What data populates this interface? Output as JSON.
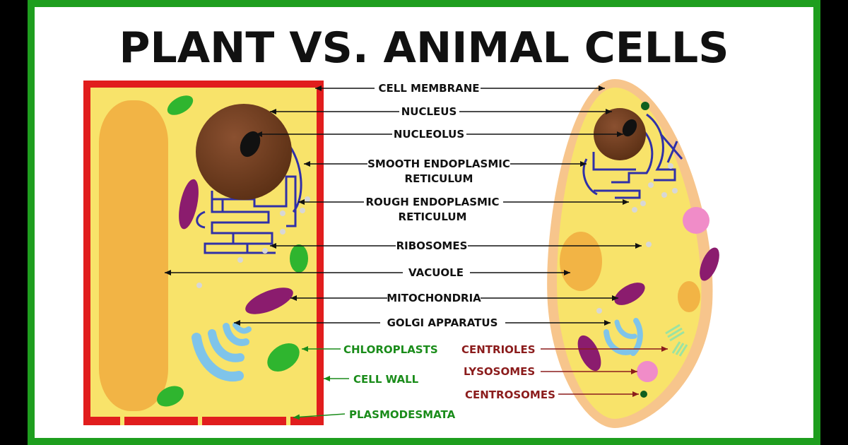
{
  "title": "PLANT VS. ANIMAL CELLS",
  "colors": {
    "border": "#1e9e1e",
    "cell_wall": "#e11d1d",
    "cytoplasm": "#f8e36a",
    "animal_membrane": "#f7c58c",
    "vacuole": "#f2b445",
    "nucleus": "#6b3a1c",
    "nucleolus": "#111111",
    "er": "#3030a8",
    "mitochondria": "#8b1c6e",
    "golgi": "#7fc4ea",
    "chloroplast": "#2fb52f",
    "lysosome": "#f08cc8",
    "centriole": "#9be3a2",
    "centrosome": "#0f5f1f",
    "ribosome": "#d7d7d7",
    "label_shared": "#111111",
    "label_plant": "#1a8c1a",
    "label_animal": "#8b1c1c"
  },
  "labels": {
    "shared": [
      "CELL MEMBRANE",
      "NUCLEUS",
      "NUCLEOLUS",
      "SMOOTH ENDOPLASMIC RETICULUM",
      "ROUGH ENDOPLASMIC RETICULUM",
      "RIBOSOMES",
      "VACUOLE",
      "MITOCHONDRIA",
      "GOLGI APPARATUS"
    ],
    "plant_only": [
      "CHLOROPLASTS",
      "CELL WALL",
      "PLASMODESMATA"
    ],
    "animal_only": [
      "CENTRIOLES",
      "LYSOSOMES",
      "CENTROSOMES"
    ]
  },
  "label_lines": {
    "smooth_er_1": "SMOOTH ENDOPLASMIC",
    "smooth_er_2": "RETICULUM",
    "rough_er_1": "ROUGH ENDOPLASMIC",
    "rough_er_2": "RETICULUM"
  }
}
